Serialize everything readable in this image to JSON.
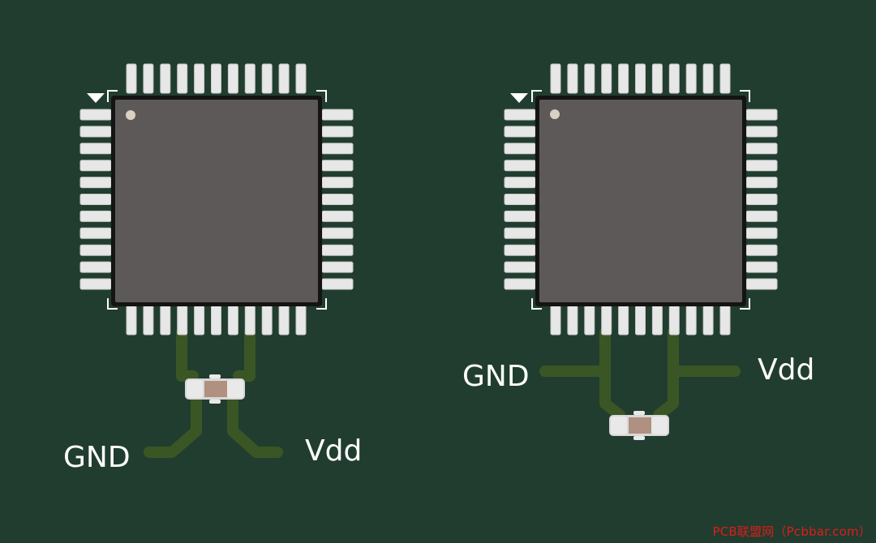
{
  "colors": {
    "board": "#213d2f",
    "trace": "#3b5625",
    "pad": "#e7e7e7",
    "pad_edge": "#c8c8c8",
    "ic_body": "#5d5959",
    "ic_outline": "#141414",
    "silkscreen": "#ffffff",
    "pin1_dot": "#d9d2c2",
    "cap_body": "#b09080",
    "watermark": "#e01b1b"
  },
  "layouts": [
    {
      "name": "layout-left",
      "gnd_label": "GND",
      "vdd_label": "Vdd",
      "package": "QFP",
      "pins_per_side": 11
    },
    {
      "name": "layout-right",
      "gnd_label": "GND",
      "vdd_label": "Vdd",
      "package": "QFP",
      "pins_per_side": 11
    }
  ],
  "watermark": "PCB联盟网（Pcbbar.com）"
}
